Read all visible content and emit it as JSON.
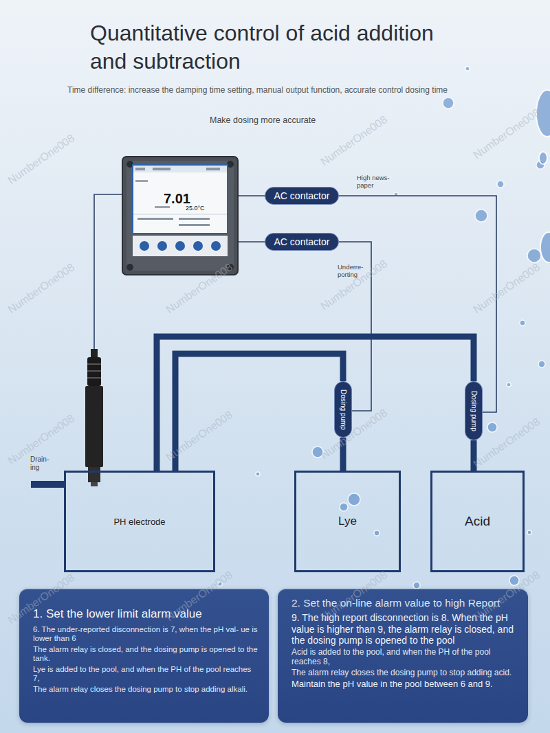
{
  "diagram": {
    "title": "Quantitative control of acid addition and subtraction",
    "nodes": [
      {
        "text": [
          "7.01",
          "25.0°C"
        ]
      },
      {
        "text": [
          "AC contactor"
        ]
      },
      {
        "text": [
          "AC contactor"
        ]
      },
      {
        "text": [
          "Dosing pump"
        ]
      },
      {
        "text": [
          "Dosing pump"
        ]
      },
      {
        "text": [
          "PH electrode"
        ]
      },
      {
        "text": [
          "Lye"
        ]
      },
      {
        "text": [
          "Acid"
        ]
      },
      {
        "text": [
          "1. Set the lower limit alarm value",
          "6. The under-reported disconnection is 7, when the pH val- ue is lower than 6",
          "The alarm relay is closed, and the dosing pump is opened to the tank.",
          "Lye is added to the pool, and when the PH of the pool reaches 7,",
          "The alarm relay closes the dosing pump to stop adding alkali."
        ]
      },
      {
        "text": [
          "2. Set the on-line alarm value to high Report",
          "9. The high report disconnection is 8. When the pH value is higher than 9, the alarm relay is closed, and the dosing pump is opened to the pool",
          "Acid is added to the pool, and when the PH of the pool reaches 8,",
          "The alarm relay closes the dosing pump to stop adding acid.",
          "Maintain the pH value in the pool between 6 and 9."
        ]
      }
    ],
    "edges": [
      {
        "from": 0,
        "to": 1,
        "arrow": "none"
      },
      {
        "from": 0,
        "to": 2,
        "arrow": "none"
      },
      {
        "from": 0,
        "to": 5,
        "arrow": "none"
      },
      {
        "from": 1,
        "to": 4,
        "label": "High news- paper",
        "arrow": "none"
      },
      {
        "from": 2,
        "to": 3,
        "label": "Underre- porting",
        "arrow": "none"
      },
      {
        "from": 6,
        "to": 3,
        "arrow": "none"
      },
      {
        "from": 7,
        "to": 4,
        "arrow": "none"
      },
      {
        "from": 3,
        "to": 5,
        "arrow": "none"
      },
      {
        "from": 4,
        "to": 5,
        "arrow": "none"
      }
    ],
    "labels": [
      "Time difference: increase the damping time setting, manual output function, accurate control dosing time",
      "Make dosing more accurate",
      "Drain- ing",
      "NumberOne008",
      "NumberOne008",
      "NumberOne008",
      "NumberOne008",
      "NumberOne008",
      "NumberOne008",
      "NumberOne008",
      "NumberOne008",
      "NumberOne008",
      "NumberOne008",
      "NumberOne008",
      "NumberOne008",
      "NumberOne008",
      "NumberOne008",
      "NumberOne008"
    ]
  }
}
